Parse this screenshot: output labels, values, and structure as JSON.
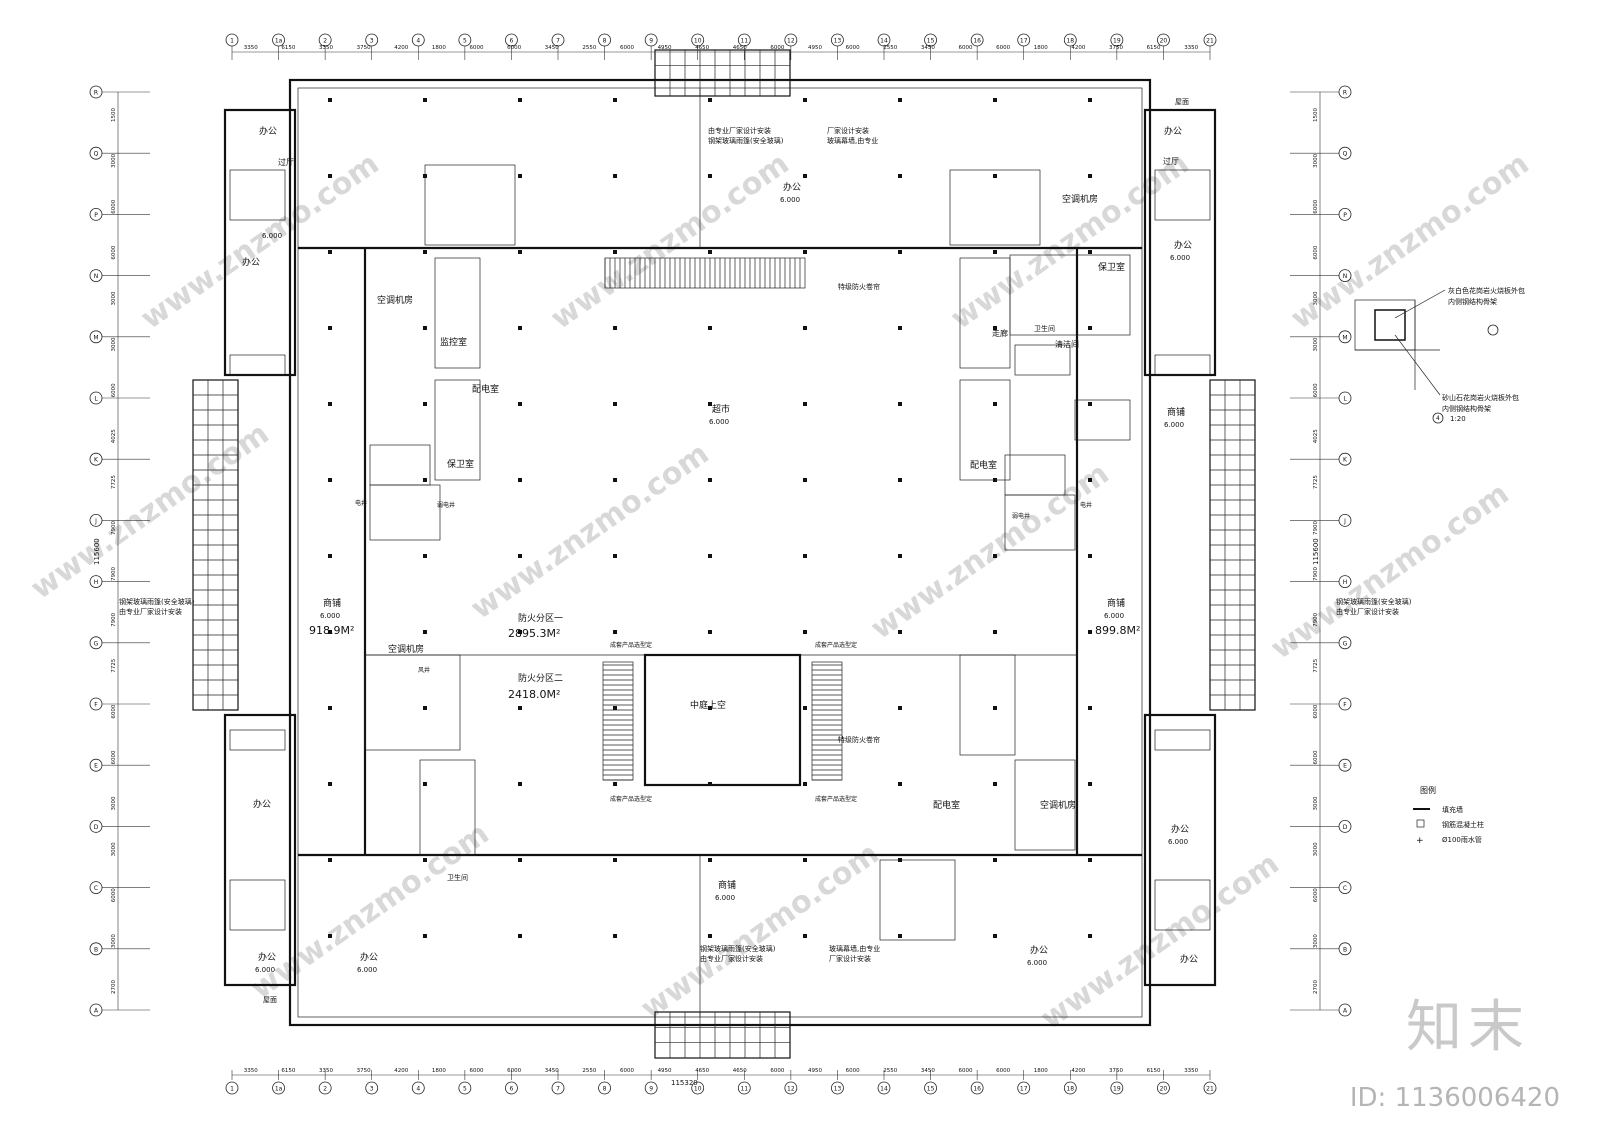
{
  "rooms": {
    "office": "办公",
    "office_level": "6.000",
    "ac_room": "空调机房",
    "supermarket": "超市",
    "supermarket_level": "6.000",
    "shop": "商铺",
    "shop_level": "6.000",
    "security": "保卫室",
    "power": "配电室",
    "monitor": "监控室",
    "atrium": "中庭上空",
    "corridor": "走廊",
    "toilet": "卫生间",
    "cleaning": "清洁间",
    "lobby": "过厅",
    "roof": "屋面",
    "elec_shaft": "电井",
    "weak_shaft": "弱电井",
    "air_shaft": "风井"
  },
  "zones": {
    "west_area": "918.9M²",
    "east_area": "899.8M²",
    "zone1_label": "防火分区一",
    "zone1_area": "2895.3M²",
    "zone2_label": "防火分区二",
    "zone2_area": "2418.0M²"
  },
  "notes": {
    "canopy_n": "由专业厂家设计安装",
    "canopy_n2": "钢架玻璃雨篷(安全玻璃)",
    "curtain_n": "厂家设计安装",
    "curtain_n2": "玻璃幕墙,由专业",
    "fire_shutter": "特级防火卷帘",
    "side_canopy1": "钢架玻璃雨篷(安全玻璃)",
    "side_canopy2": "由专业厂家设计安装",
    "escalator": "成套产品选型定",
    "detail_scale": "1:20",
    "detail_num": "4",
    "detail_note1": "灰白色花岗岩火烧板外包",
    "detail_note2": "内侧钢结构骨架",
    "detail_note3": "砂山石花岗岩火烧板外包",
    "detail_note4": "内侧钢结构骨架"
  },
  "legend": {
    "title": "图例",
    "item1": "填充墙",
    "item2": "钢筋混凝土柱",
    "item3": "Ø100雨水管"
  },
  "axes": {
    "top": [
      "1",
      "1a",
      "2",
      "3",
      "4",
      "5",
      "6",
      "7",
      "8",
      "9",
      "10",
      "11",
      "12",
      "13",
      "14",
      "15",
      "16",
      "17",
      "18",
      "19",
      "20",
      "21"
    ],
    "left": [
      "R",
      "Q",
      "P",
      "N",
      "M",
      "L",
      "K",
      "J",
      "H",
      "G",
      "F",
      "E",
      "D",
      "C",
      "B",
      "A"
    ],
    "total_width": "115320",
    "total_height": "115600"
  },
  "dims": {
    "top": [
      "3350",
      "6150",
      "3350",
      "3750",
      "4200",
      "1800",
      "6000",
      "6000",
      "3450",
      "2550",
      "6000",
      "4950",
      "4650",
      "4650",
      "6000",
      "4950",
      "6000",
      "2550",
      "3450",
      "6000",
      "6000",
      "1800",
      "4200",
      "3750",
      "6150",
      "3350"
    ],
    "left": [
      "1500",
      "3000",
      "6000",
      "6000",
      "3000",
      "3000",
      "6000",
      "4025",
      "7725",
      "7900",
      "7900",
      "7900",
      "7725",
      "6000",
      "6000",
      "3000",
      "3000",
      "6000",
      "3000",
      "2700"
    ]
  },
  "watermark": {
    "text": "www.znzmo.com",
    "brand": "知末",
    "id": "ID: 1136006420"
  }
}
